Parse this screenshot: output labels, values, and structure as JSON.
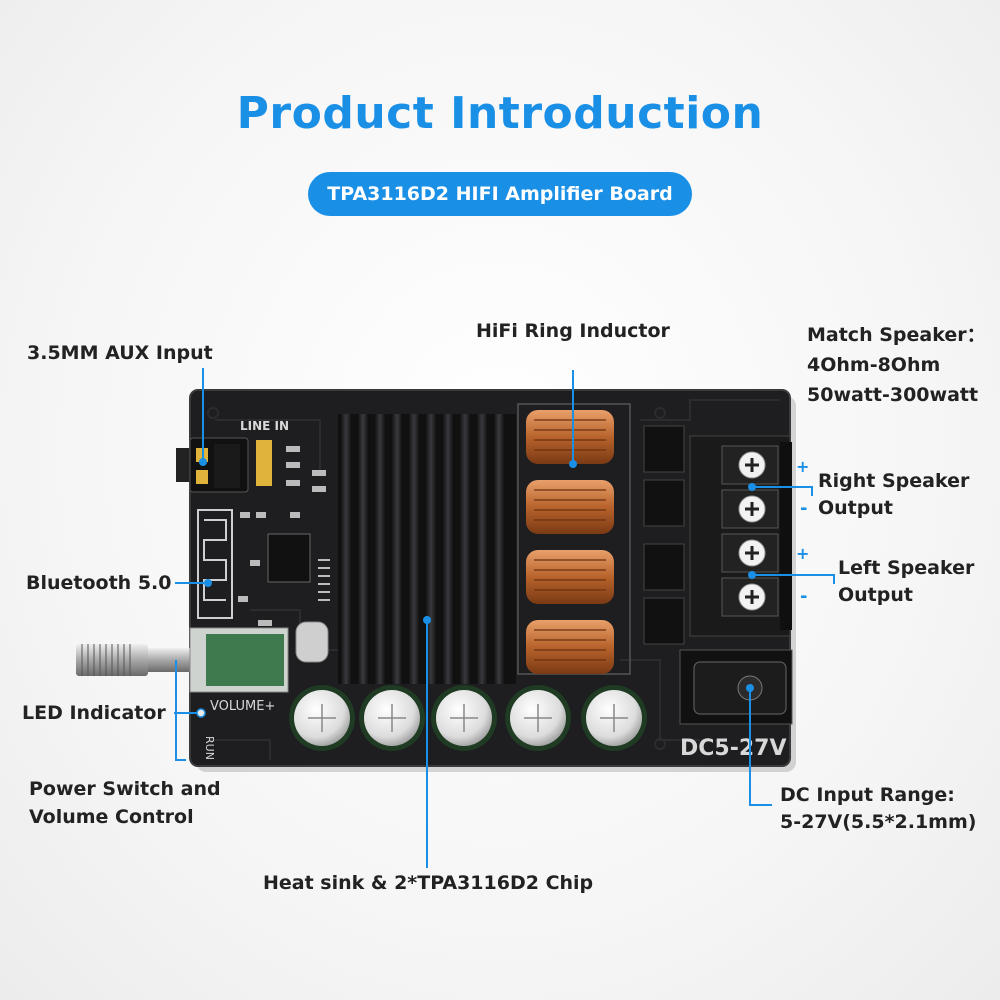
{
  "header": {
    "title": "Product Introduction",
    "subtitle": "TPA3116D2 HIFI Amplifier Board"
  },
  "callouts": {
    "aux_input": "3.5MM AUX Input",
    "ring_inductor": "HiFi Ring Inductor",
    "match_speaker_line1": "Match Speaker：",
    "match_speaker_line2": "4Ohm-8Ohm",
    "match_speaker_line3": "50watt-300watt",
    "right_output_line1": "Right Speaker",
    "right_output_line2": "Output",
    "left_output_line1": "Left Speaker",
    "left_output_line2": "Output",
    "bluetooth": "Bluetooth 5.0",
    "led_indicator": "LED Indicator",
    "power_volume_line1": "Power Switch and",
    "power_volume_line2": "Volume Control",
    "heatsink_chip": "Heat sink & 2*TPA3116D2 Chip",
    "dc_input_line1": "DC Input Range:",
    "dc_input_line2": "5-27V(5.5*2.1mm)"
  },
  "board_silkscreen": {
    "line_in": "LINE IN",
    "volume": "VOLUME+",
    "run": "RUN",
    "dc_rating": "DC5-27V",
    "plus": "+",
    "minus": "-"
  },
  "colors": {
    "accent": "#1a8fe6",
    "board": "#1e1e20",
    "copper": "#c7703a"
  }
}
